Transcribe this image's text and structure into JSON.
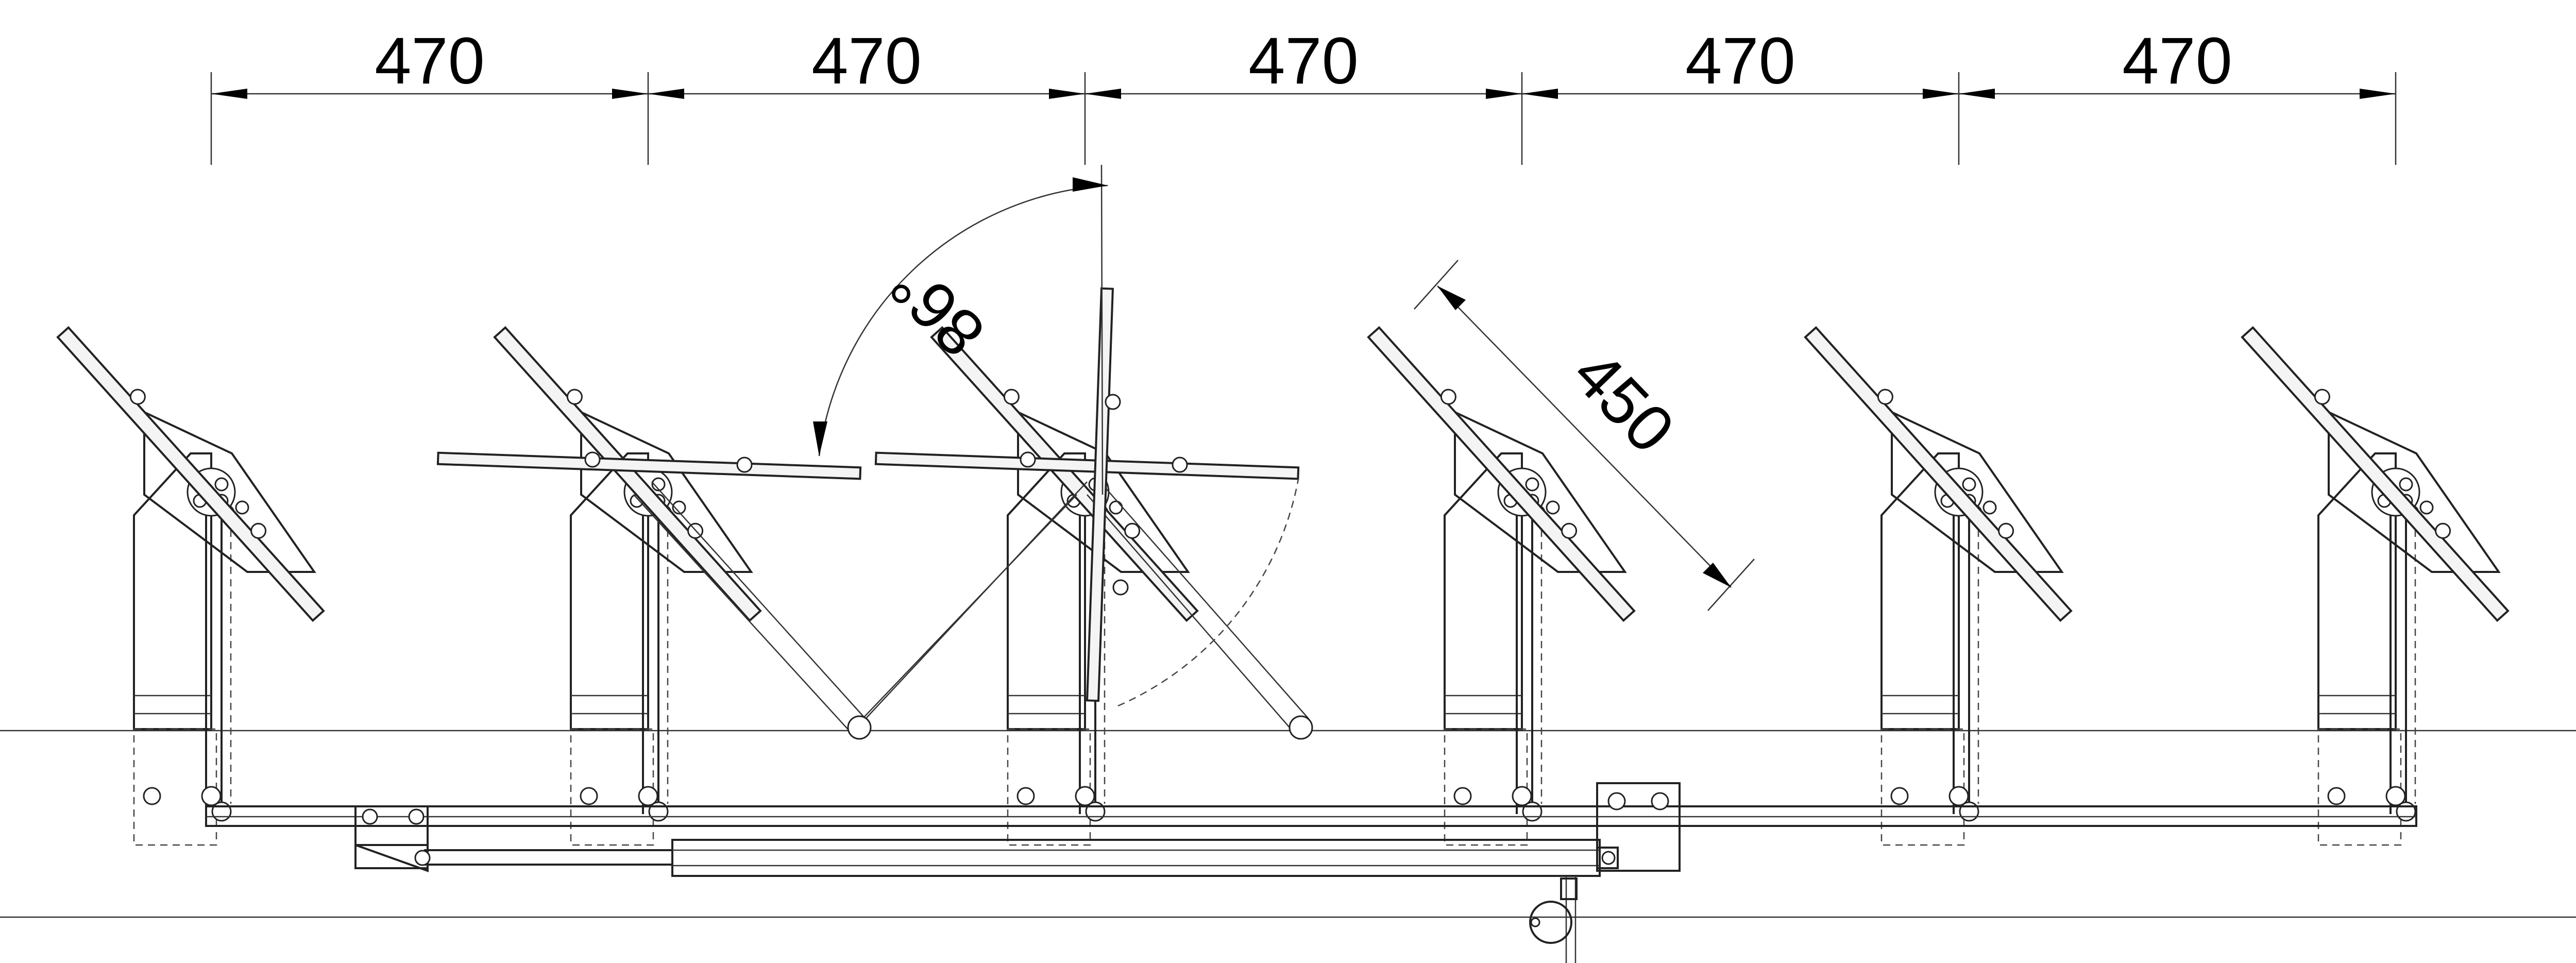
{
  "drawing": {
    "spacing_labels": [
      "470",
      "470",
      "470",
      "470",
      "470"
    ],
    "angle_label": "86°",
    "length_label": "450"
  }
}
